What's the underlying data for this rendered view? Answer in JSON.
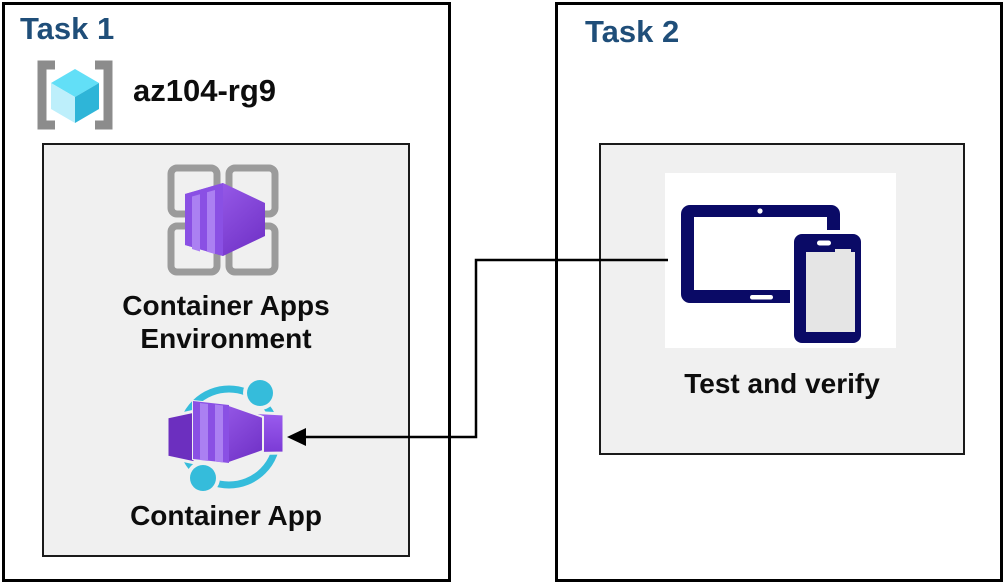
{
  "tasks": [
    {
      "title": "Task 1",
      "resource_group": {
        "name": "az104-rg9",
        "icon": "resource-group-icon"
      },
      "nodes": [
        {
          "label": "Container Apps Environment",
          "icon": "container-apps-environment-icon"
        },
        {
          "label": "Container App",
          "icon": "container-app-icon"
        }
      ]
    },
    {
      "title": "Task 2",
      "nodes": [
        {
          "label": "Test and verify",
          "icon": "devices-icon"
        }
      ]
    }
  ],
  "connector": {
    "from": "Test and verify",
    "to": "Container App",
    "shape": "elbow-arrow-left"
  },
  "colors": {
    "task_title": "#1F4E79",
    "label_text": "#0D0D0D",
    "panel_fill": "#F0F0F0",
    "panel_border": "#1A1A1A",
    "outer_border": "#000000",
    "azure_purple": "#8A50E4",
    "azure_purple_dark": "#6C2FBF",
    "azure_purple_light": "#AB80F2",
    "teal": "#35BCDB",
    "cube_cyan_top": "#62DFF7",
    "cube_cyan_left": "#BDEFFB",
    "cube_cyan_right": "#2EB5D8",
    "bracket_gray": "#8C8C8C",
    "grid_gray": "#9B9B9B",
    "device_navy": "#0A0A66"
  }
}
